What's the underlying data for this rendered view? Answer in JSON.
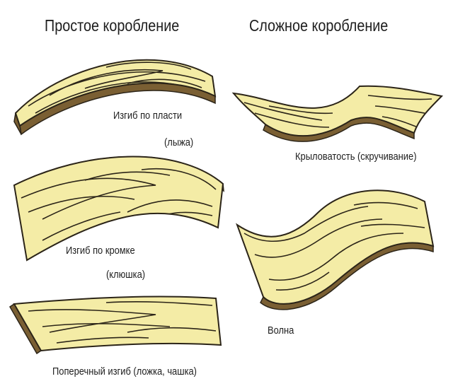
{
  "columns": {
    "simple": {
      "title": "Простое коробление"
    },
    "complex": {
      "title": "Сложное коробление"
    }
  },
  "warp_types": {
    "bow_face": {
      "name": "Изгиб по пласти",
      "nickname": "(лыжа)"
    },
    "bow_edge": {
      "name": "Изгиб по кромке",
      "nickname": "(клюшка)"
    },
    "cup": {
      "name": "Поперечный изгиб (ложка, чашка)"
    },
    "twist": {
      "name": "Крыловатость (скручивание)"
    },
    "wave": {
      "name": "Волна"
    }
  },
  "colors": {
    "face": "#f4eca6",
    "grain": "#2b2418",
    "edge": "#7a5f33",
    "edge_light": "#b59a63"
  }
}
